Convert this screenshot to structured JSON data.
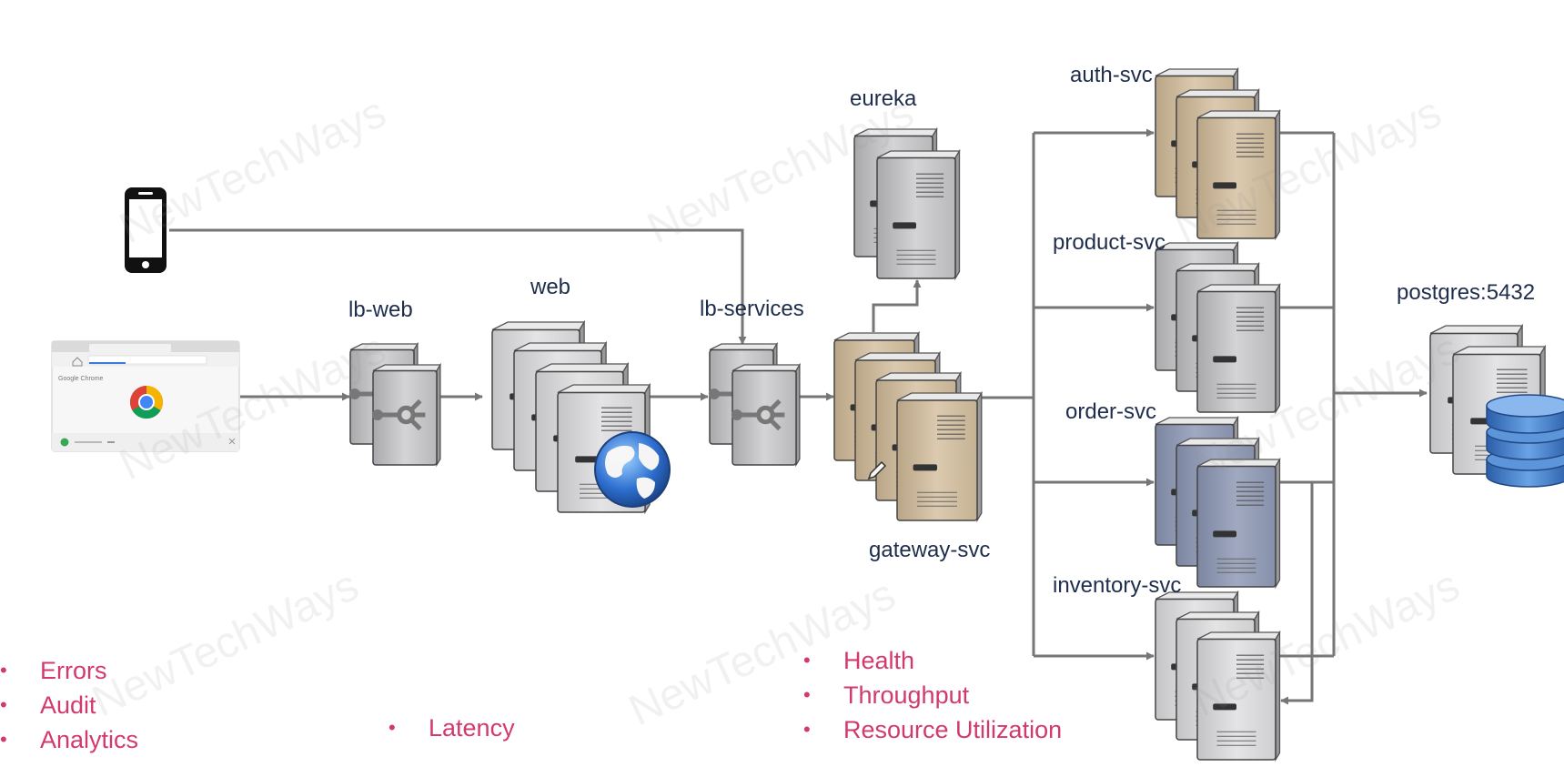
{
  "labels": {
    "lb_web": "lb-web",
    "web": "web",
    "lb_services": "lb-services",
    "eureka": "eureka",
    "gateway": "gateway-svc",
    "auth": "auth-svc",
    "product": "product-svc",
    "order": "order-svc",
    "inventory": "inventory-svc",
    "postgres": "postgres:5432"
  },
  "bullets_left": [
    "Errors",
    "Audit",
    "Analytics"
  ],
  "bullets_mid": [
    "Latency"
  ],
  "bullets_right": [
    "Health",
    "Throughput",
    "Resource Utilization"
  ],
  "watermark": "NewTechWays",
  "browser_brand": "Google Chrome",
  "colors": {
    "label": "#1f2d4d",
    "bullet": "#d23a6b",
    "arrow": "#767676",
    "server_gray": "#c9c9cb",
    "server_tan": "#d3c0a4",
    "server_blue": "#8f99b3",
    "db_blue": "#3f79c4"
  }
}
